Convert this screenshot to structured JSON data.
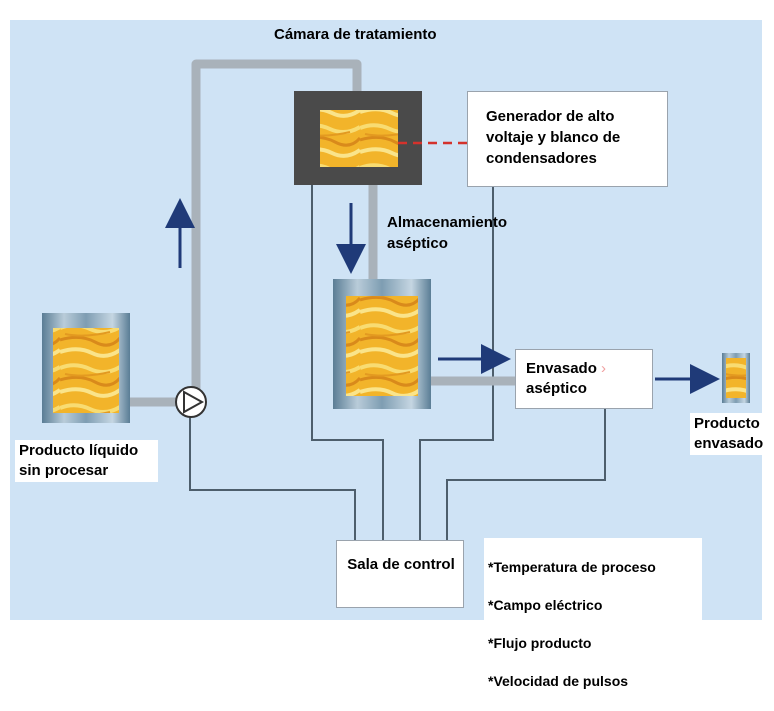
{
  "diagram": {
    "title": "Cámara de tratamiento",
    "generator_label": "Generador de alto voltaje y blanco de condensadores",
    "storage_label": "Almacenamiento aséptico",
    "packaging_label": "Envasado",
    "packaging_label_2": "aséptico",
    "packed_product_label": "Producto envasado",
    "raw_product_label": "Producto líquido sin procesar",
    "control_room_label": "Sala de control",
    "parameters": [
      "*Temperatura de proceso",
      "*Campo eléctrico",
      "*Flujo producto",
      "*Velocidad de pulsos"
    ]
  },
  "colors": {
    "background": "#cfe3f5",
    "pipe": "#a9b2ba",
    "control_line": "#4d5e6c",
    "chamber_dark": "#4a4a4a",
    "tank_steel": "#6e8fa6",
    "product_fill": "#f0b427",
    "arrow": "#1f3a78",
    "dashed_link": "#d4322c"
  }
}
